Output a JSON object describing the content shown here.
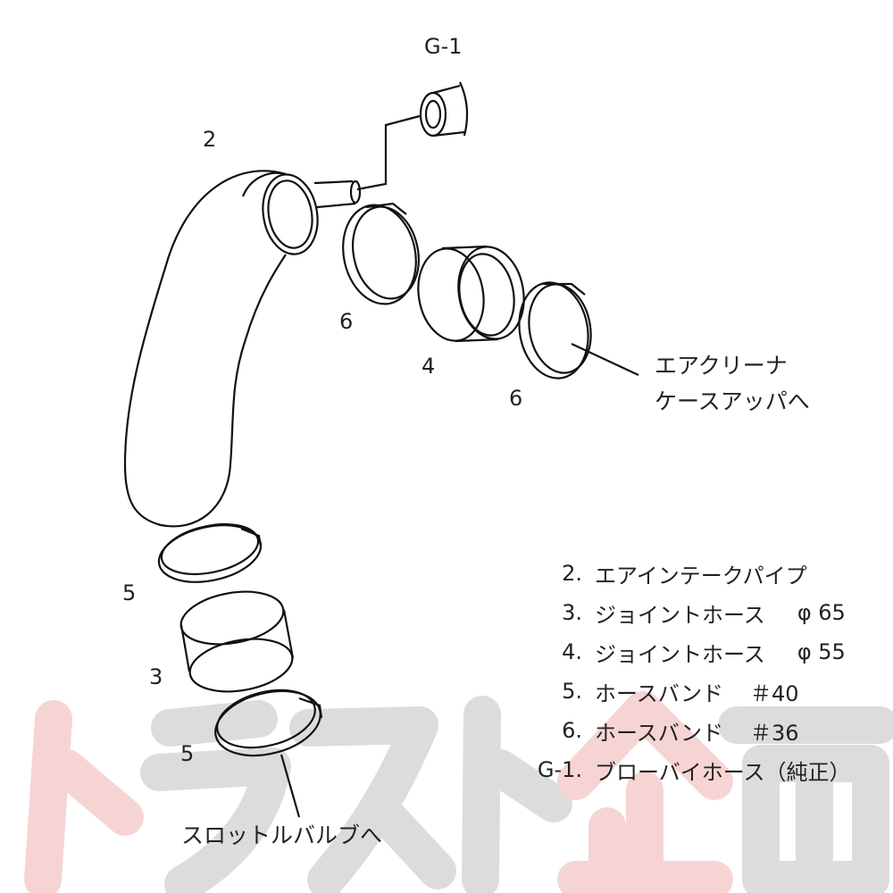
{
  "watermark": {
    "text": "トラスト企画",
    "colors": {
      "red": "#f7d4d4",
      "gray": "#dcdcdc"
    }
  },
  "part_labels": {
    "g1": "G-1",
    "pipe": "2",
    "clamp_upper_left": "6",
    "hose_upper": "4",
    "clamp_upper_right": "6",
    "clamp_lower_top": "5",
    "hose_lower": "3",
    "clamp_lower_bottom": "5"
  },
  "callouts": {
    "air_cleaner_line1": "エアクリーナ",
    "air_cleaner_line2": "ケースアッパへ",
    "throttle": "スロットルバルブへ"
  },
  "legend": [
    {
      "num": "2.",
      "name": "エアインテークパイプ",
      "spec": ""
    },
    {
      "num": "3.",
      "name": "ジョイントホース",
      "spec": "φ 65"
    },
    {
      "num": "4.",
      "name": "ジョイントホース",
      "spec": "φ 55"
    },
    {
      "num": "5.",
      "name": "ホースバンド",
      "spec": "＃40"
    },
    {
      "num": "6.",
      "name": "ホースバンド",
      "spec": "＃36"
    },
    {
      "num": "G-1.",
      "name": "ブローバイホース（純正）",
      "spec": ""
    }
  ]
}
